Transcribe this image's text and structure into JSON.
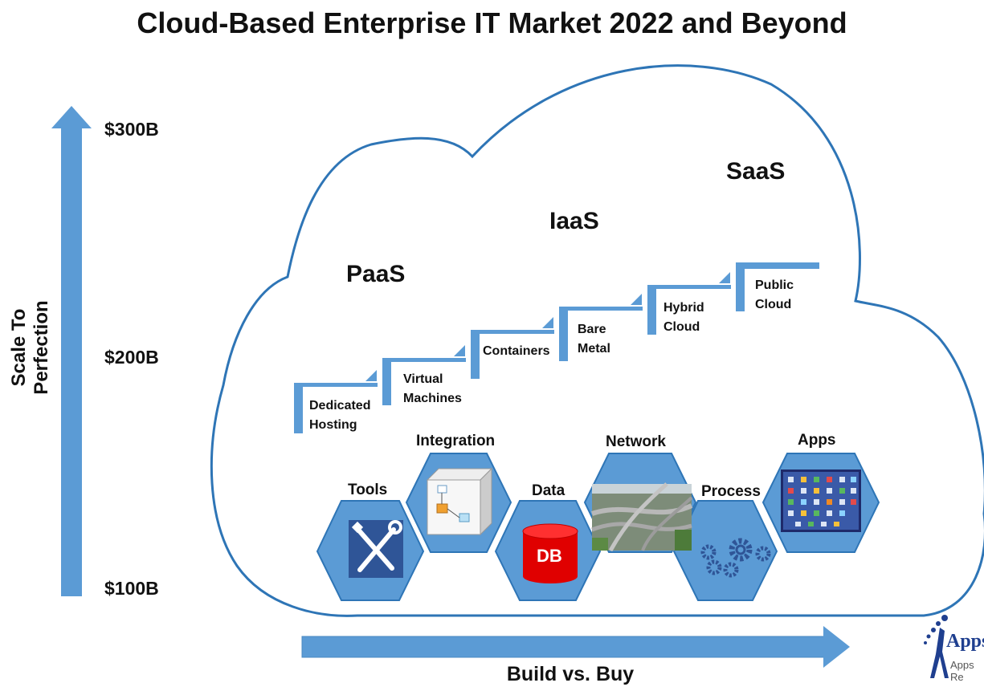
{
  "title": "Cloud-Based Enterprise IT Market 2022 and Beyond",
  "y_axis": {
    "label": "Scale To Perfection",
    "ticks": [
      "$300B",
      "$200B",
      "$100B"
    ]
  },
  "x_axis": {
    "label": "Build vs. Buy"
  },
  "tiers": [
    "PaaS",
    "IaaS",
    "SaaS"
  ],
  "steps": [
    {
      "line1": "Dedicated",
      "line2": "Hosting"
    },
    {
      "line1": "Virtual",
      "line2": "Machines"
    },
    {
      "line1": "Containers",
      "line2": ""
    },
    {
      "line1": "Bare",
      "line2": "Metal"
    },
    {
      "line1": "Hybrid",
      "line2": "Cloud"
    },
    {
      "line1": "Public",
      "line2": "Cloud"
    }
  ],
  "hexagons": [
    "Tools",
    "Integration",
    "Data",
    "Network",
    "Process",
    "Apps"
  ],
  "db_label": "DB",
  "logo": {
    "text": "Apps",
    "sub": "Apps Re"
  },
  "colors": {
    "accent": "#5b9bd5",
    "outline": "#2e75b6",
    "db": "#e00000",
    "tools_bg": "#2f5597"
  }
}
